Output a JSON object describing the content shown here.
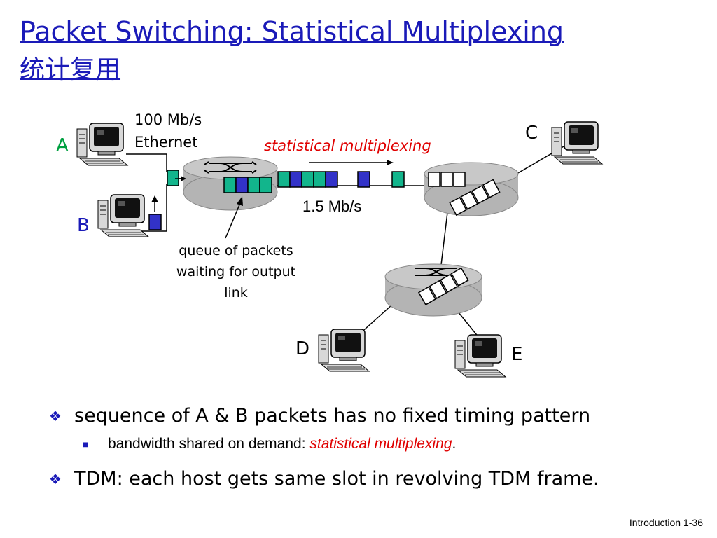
{
  "slide": {
    "title_line1": "Packet Switching: Statistical Multiplexing",
    "title_line2": "统计复用",
    "footer": "Introduction 1-36"
  },
  "diagram": {
    "host_a": "A",
    "host_b": "B",
    "host_c": "C",
    "host_d": "D",
    "host_e": "E",
    "link_speed_ethernet": "100 Mb/s",
    "link_type_ethernet": "Ethernet",
    "stat_mux_label": "statistical multiplexing",
    "link_speed_output": "1.5 Mb/s",
    "queue_label_1": "queue of packets",
    "queue_label_2": "waiting for output",
    "queue_label_3": "link"
  },
  "bullets": {
    "b1": "sequence of A & B packets has no fixed timing pattern",
    "b1_sub_prefix": "bandwidth shared on demand: ",
    "b1_sub_emph": "statistical multiplexing",
    "b1_sub_suffix": ".",
    "b2": "TDM: each host gets same slot in revolving TDM frame."
  },
  "colors": {
    "title": "#1a1ab8",
    "packet_a": "#12b58c",
    "packet_b": "#3232c8",
    "emphasis": "#e00000",
    "host_a_label": "#00a040",
    "host_b_label": "#1a1ab8",
    "router": "#b4b4b4"
  }
}
